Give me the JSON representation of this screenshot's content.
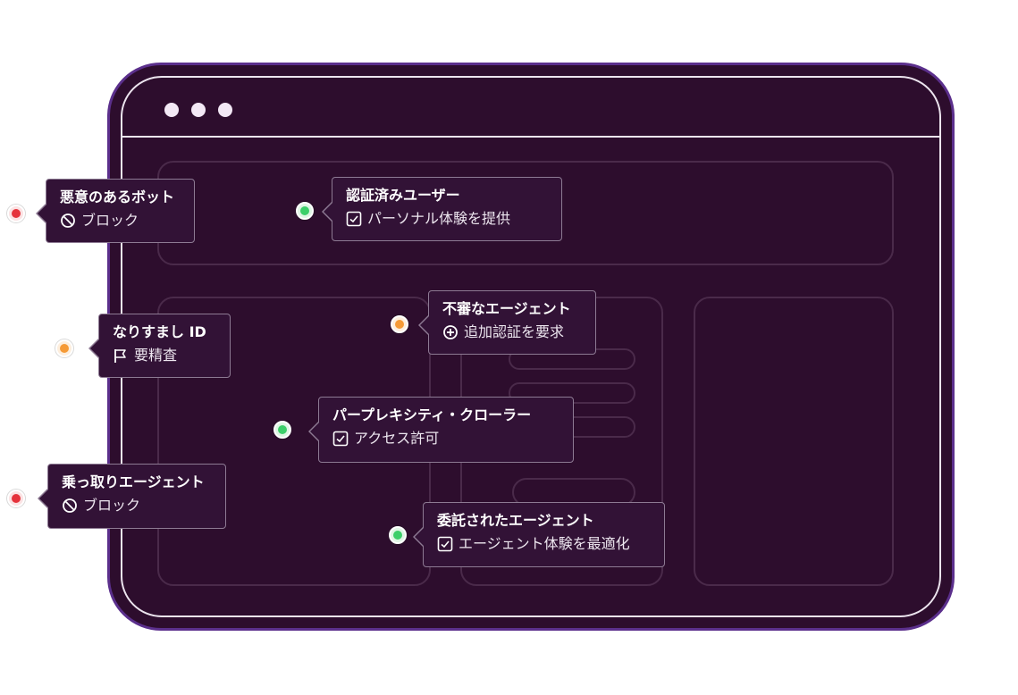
{
  "callouts": [
    {
      "id": "malicious-bot",
      "title": "悪意のあるボット",
      "action": "ブロック",
      "icon": "block-icon",
      "status": "red"
    },
    {
      "id": "verified-user",
      "title": "認証済みユーザー",
      "action": "パーソナル体験を提供",
      "icon": "checkbox-icon",
      "status": "green"
    },
    {
      "id": "suspicious-agent",
      "title": "不審なエージェント",
      "action": "追加認証を要求",
      "icon": "plus-circle-icon",
      "status": "orange"
    },
    {
      "id": "impersonation",
      "title": "なりすまし ID",
      "action": "要精査",
      "icon": "flag-icon",
      "status": "orange"
    },
    {
      "id": "perplexity-crawler",
      "title": "パープレキシティ・クローラー",
      "action": "アクセス許可",
      "icon": "checkbox-icon",
      "status": "green"
    },
    {
      "id": "hijacked-agent",
      "title": "乗っ取りエージェント",
      "action": "ブロック",
      "icon": "block-icon",
      "status": "red"
    },
    {
      "id": "delegated-agent",
      "title": "委託されたエージェント",
      "action": "エージェント体験を最適化",
      "icon": "checkbox-icon",
      "status": "green"
    }
  ],
  "colors": {
    "window_bg": "#2d0d2d",
    "window_border": "#5b2f8c",
    "callout_bg": "#321236",
    "status_red": "#e5323b",
    "status_green": "#3ccf6a",
    "status_orange": "#f59a36"
  }
}
